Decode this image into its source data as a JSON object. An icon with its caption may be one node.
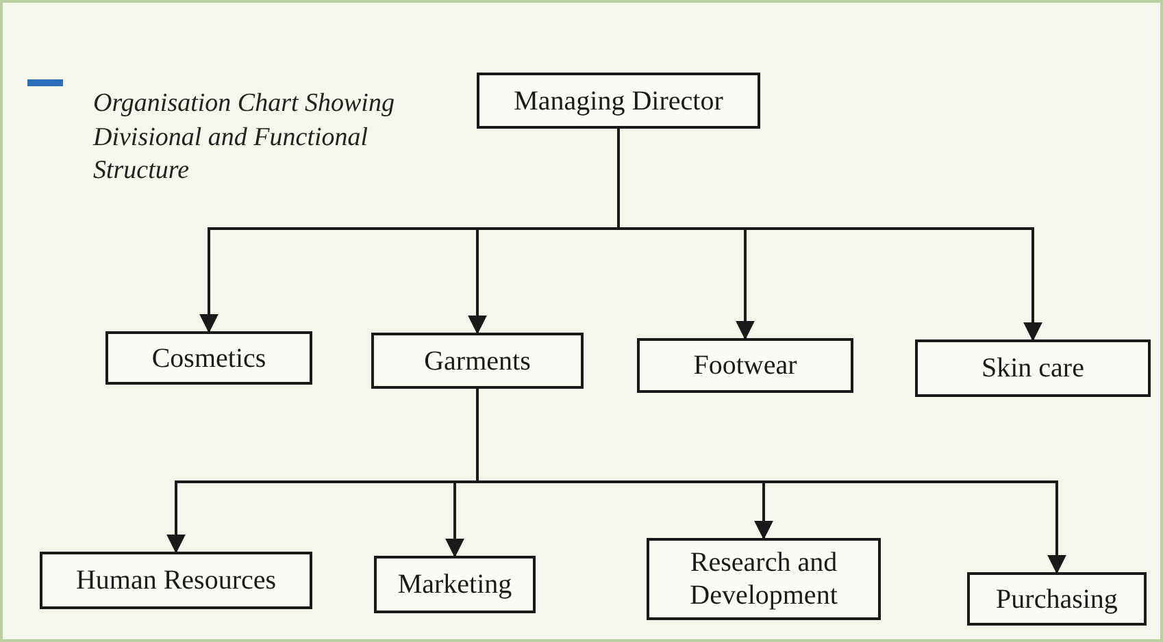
{
  "diagram": {
    "title": "Organisation Chart Showing Divisional and Functional Structure",
    "nodes": [
      {
        "text": [
          "Managing Director"
        ]
      },
      {
        "text": [
          "Cosmetics"
        ]
      },
      {
        "text": [
          "Garments"
        ]
      },
      {
        "text": [
          "Footwear"
        ]
      },
      {
        "text": [
          "Skin care"
        ]
      },
      {
        "text": [
          "Human Resources"
        ]
      },
      {
        "text": [
          "Marketing"
        ]
      },
      {
        "text": [
          "Research and Development"
        ]
      },
      {
        "text": [
          "Purchasing"
        ]
      }
    ],
    "edges": [
      {
        "from": 0,
        "to": 1,
        "arrow": "to"
      },
      {
        "from": 0,
        "to": 2,
        "arrow": "to"
      },
      {
        "from": 0,
        "to": 3,
        "arrow": "to"
      },
      {
        "from": 0,
        "to": 4,
        "arrow": "to"
      },
      {
        "from": 2,
        "to": 5,
        "arrow": "to"
      },
      {
        "from": 2,
        "to": 6,
        "arrow": "to"
      },
      {
        "from": 2,
        "to": 7,
        "arrow": "to"
      },
      {
        "from": 2,
        "to": 8,
        "arrow": "to"
      }
    ]
  }
}
